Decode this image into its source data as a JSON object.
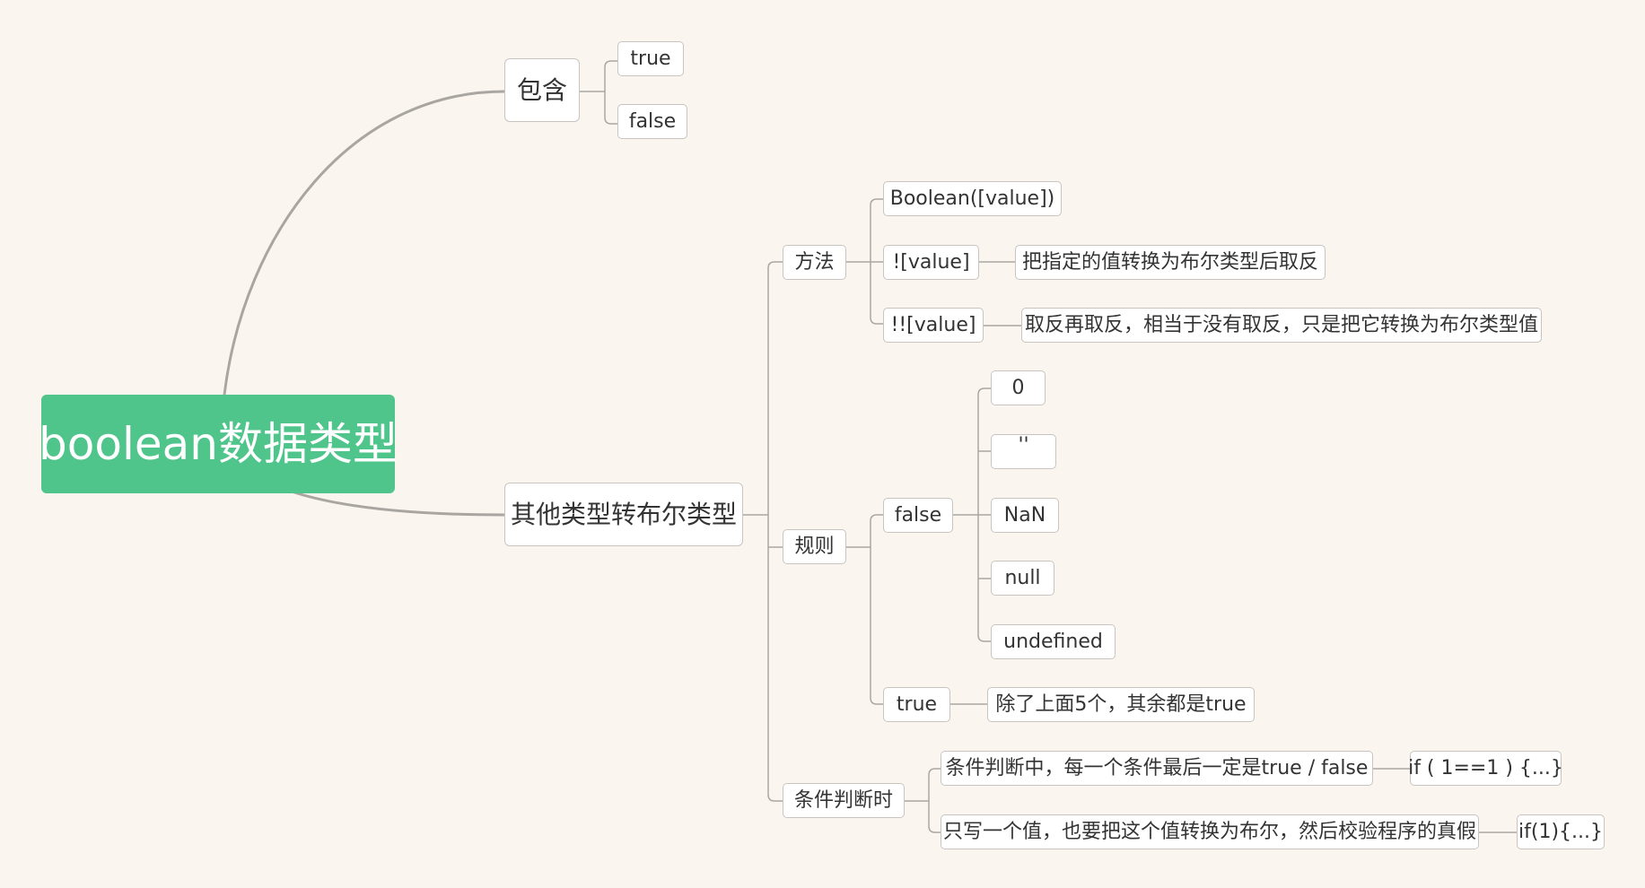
{
  "root": {
    "label": "boolean数据类型"
  },
  "branches": {
    "include": {
      "label": "包含",
      "items": [
        "true",
        "false"
      ]
    },
    "convert": {
      "label": "其他类型转布尔类型",
      "method": {
        "label": "方法",
        "items": [
          {
            "label": "Boolean([value])",
            "note": ""
          },
          {
            "label": "![value]",
            "note": "把指定的值转换为布尔类型后取反"
          },
          {
            "label": "!![value]",
            "note": "取反再取反，相当于没有取反，只是把它转换为布尔类型值"
          }
        ]
      },
      "rule": {
        "label": "规则",
        "false_label": "false",
        "false_items": [
          "0",
          "''",
          "NaN",
          "null",
          "undefined"
        ],
        "true_label": "true",
        "true_note": "除了上面5个，其余都是true"
      },
      "condition": {
        "label": "条件判断时",
        "items": [
          {
            "label": "条件判断中，每一个条件最后一定是true / false",
            "example": "if ( 1==1 ) {...}"
          },
          {
            "label": "只写一个值，也要把这个值转换为布尔，然后校验程序的真假",
            "example": "if(1){...}"
          }
        ]
      }
    }
  }
}
